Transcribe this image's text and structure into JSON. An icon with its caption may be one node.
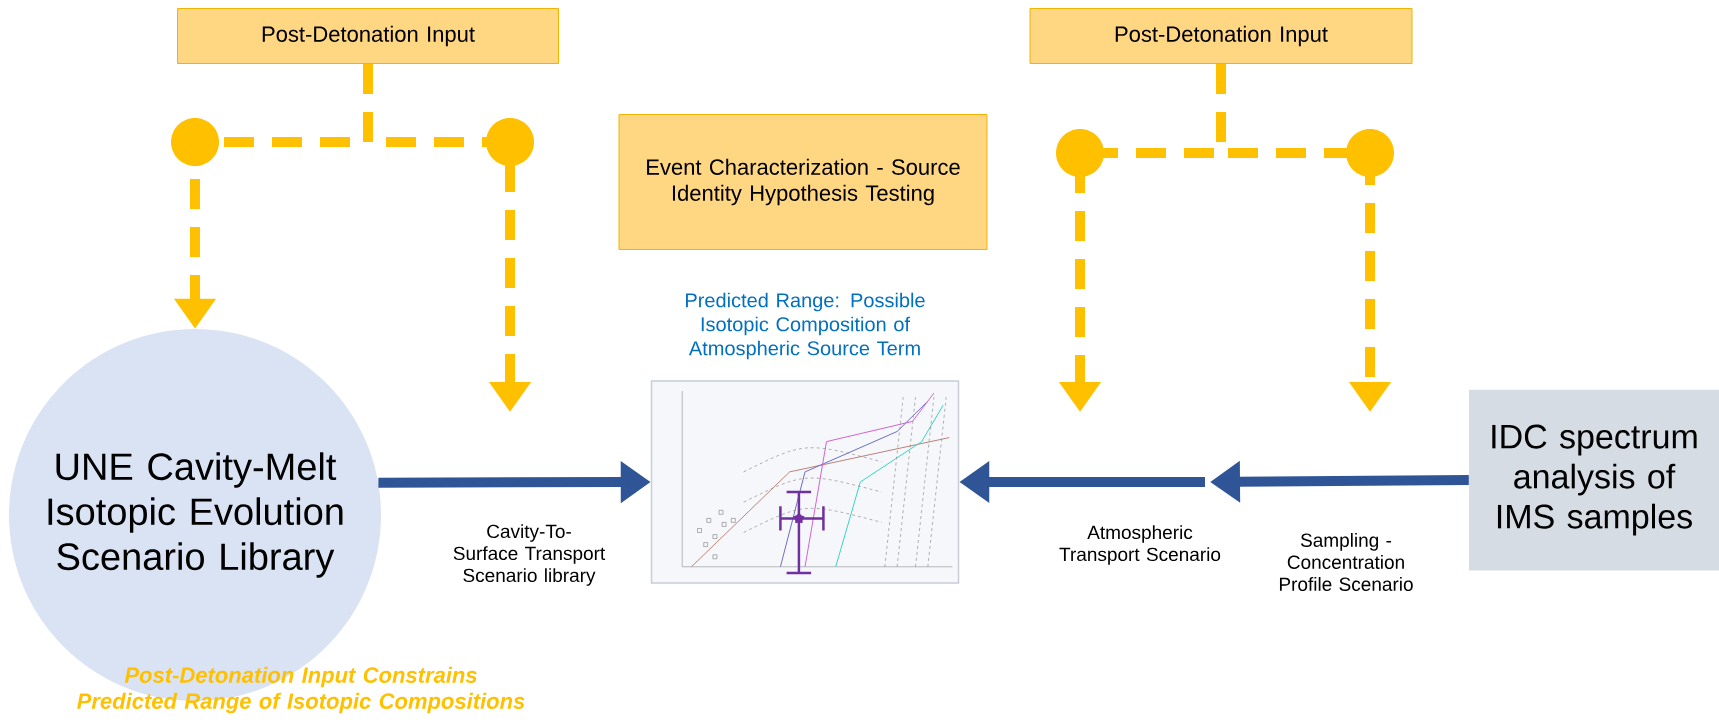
{
  "diagram": {
    "nodes": [
      {
        "text": [
          "Post-Detonation Input"
        ]
      },
      {
        "text": [
          "Post-Detonation Input"
        ]
      },
      {
        "text": [
          "Event Characterization - Source Identity Hypothesis Testing"
        ]
      },
      {
        "text": [
          "UNE Cavity-Melt Isotopic Evolution Scenario Library"
        ]
      },
      {
        "text": [],
        "shape": "picture",
        "beside": [
          "Predicted Range: Possible Isotopic Composition of Atmospheric Source Term"
        ]
      },
      {
        "text": [
          "IDC spectrum analysis of IMS samples"
        ]
      }
    ],
    "edges": [
      {
        "from": 0,
        "to": 3,
        "arrow": "to",
        "style": "dashed",
        "color": "#ffc000"
      },
      {
        "from": 0,
        "to": null,
        "arrow": "to",
        "style": "dashed",
        "color": "#ffc000"
      },
      {
        "from": 1,
        "to": null,
        "arrow": "to",
        "style": "dashed",
        "color": "#ffc000"
      },
      {
        "from": 1,
        "to": null,
        "arrow": "to",
        "style": "dashed",
        "color": "#ffc000"
      },
      {
        "from": 3,
        "to": 4,
        "arrow": "to",
        "label": "Cavity-To-Surface Transport Scenario library",
        "color": "#2f5597"
      },
      {
        "from": 5,
        "to": null,
        "arrow": "to",
        "label": "Sampling - Concentration Profile Scenario",
        "color": "#2f5597"
      },
      {
        "from": null,
        "to": 4,
        "arrow": "to",
        "label": "Atmospheric Transport Scenario",
        "color": "#2f5597"
      }
    ],
    "labels": [
      "Post-Detonation Input Constrains Predicted Range of Isotopic Compositions"
    ]
  }
}
